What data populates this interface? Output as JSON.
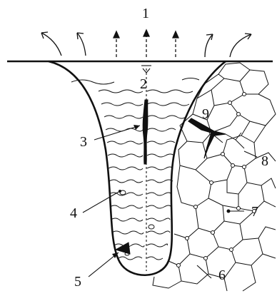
{
  "labels": {
    "l1": "1",
    "l2": "2",
    "l3": "3",
    "l4": "4",
    "l5": "5",
    "l6": "6",
    "l7": "7",
    "l8": "8",
    "l9": "9"
  },
  "colors": {
    "ink": "#111111",
    "background": "#ffffff"
  }
}
